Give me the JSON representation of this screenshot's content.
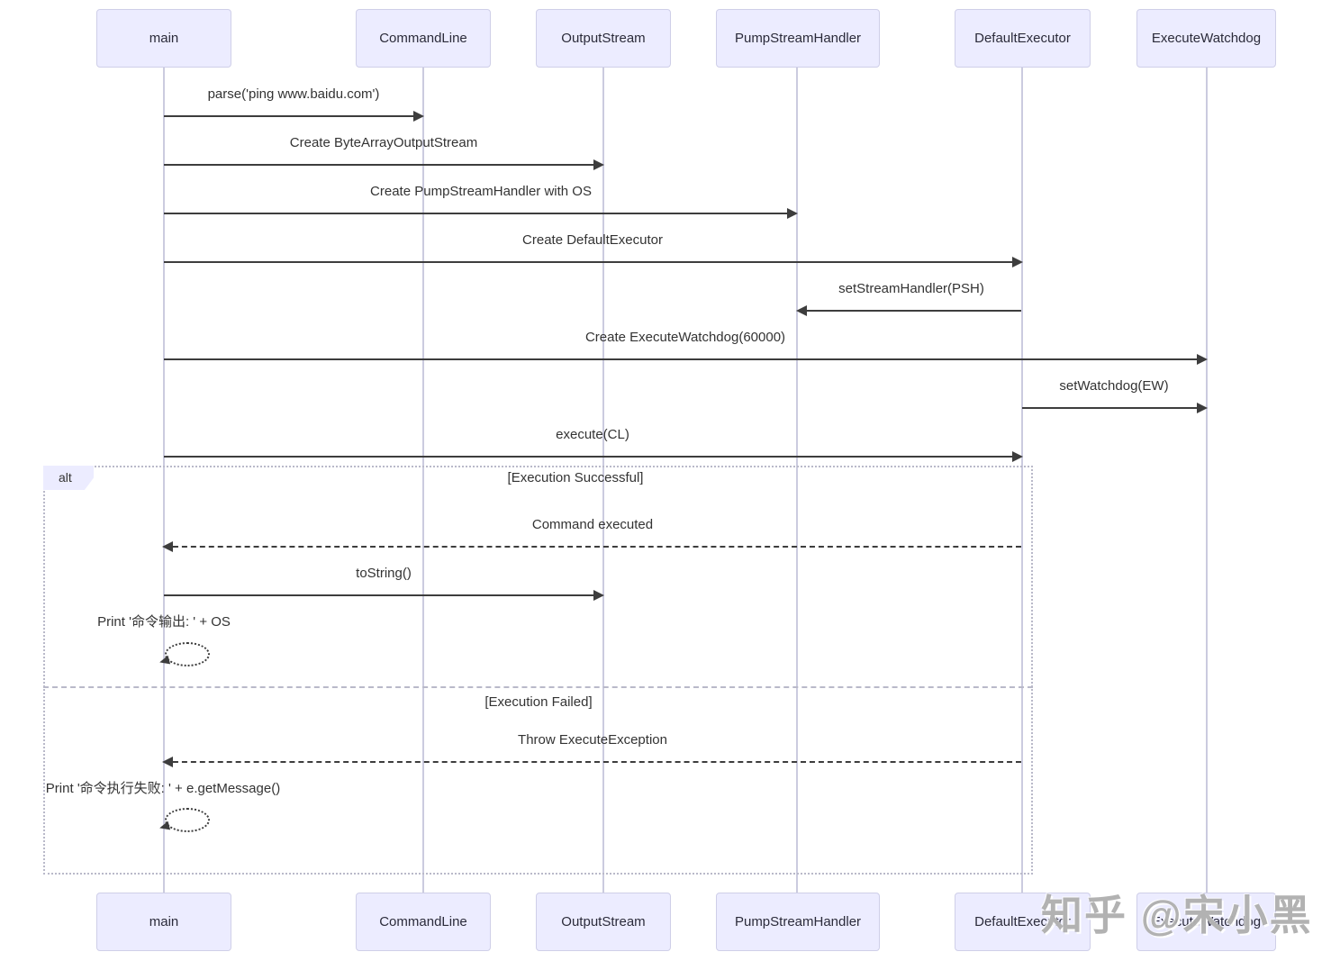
{
  "diagram_type": "uml-sequence-diagram",
  "participants": [
    {
      "name": "main"
    },
    {
      "name": "CommandLine"
    },
    {
      "name": "OutputStream"
    },
    {
      "name": "PumpStreamHandler"
    },
    {
      "name": "DefaultExecutor"
    },
    {
      "name": "ExecuteWatchdog"
    }
  ],
  "messages": [
    {
      "label": "parse('ping www.baidu.com')",
      "from": "main",
      "to": "CommandLine",
      "line": "solid"
    },
    {
      "label": "Create ByteArrayOutputStream",
      "from": "main",
      "to": "OutputStream",
      "line": "solid"
    },
    {
      "label": "Create PumpStreamHandler with OS",
      "from": "main",
      "to": "PumpStreamHandler",
      "line": "solid"
    },
    {
      "label": "Create DefaultExecutor",
      "from": "main",
      "to": "DefaultExecutor",
      "line": "solid"
    },
    {
      "label": "setStreamHandler(PSH)",
      "from": "DefaultExecutor",
      "to": "PumpStreamHandler",
      "line": "solid"
    },
    {
      "label": "Create ExecuteWatchdog(60000)",
      "from": "main",
      "to": "ExecuteWatchdog",
      "line": "solid"
    },
    {
      "label": "setWatchdog(EW)",
      "from": "DefaultExecutor",
      "to": "ExecuteWatchdog",
      "line": "solid"
    },
    {
      "label": "execute(CL)",
      "from": "main",
      "to": "DefaultExecutor",
      "line": "solid"
    },
    {
      "label": "Command executed",
      "from": "DefaultExecutor",
      "to": "main",
      "line": "dashed"
    },
    {
      "label": "toString()",
      "from": "main",
      "to": "OutputStream",
      "line": "solid"
    },
    {
      "label": "Print '命令输出: ' + OS",
      "from": "main",
      "to": "main",
      "line": "dotted-self"
    },
    {
      "label": "Throw ExecuteException",
      "from": "DefaultExecutor",
      "to": "main",
      "line": "dashed"
    },
    {
      "label": "Print '命令执行失败: ' + e.getMessage()",
      "from": "main",
      "to": "main",
      "line": "dotted-self"
    }
  ],
  "alt_frame": {
    "label": "alt",
    "sections": [
      {
        "condition": "[Execution Successful]"
      },
      {
        "condition": "[Execution Failed]"
      }
    ]
  },
  "watermark": "知乎 @宋小黑",
  "colors": {
    "actor_fill": "#ECECFF",
    "actor_border": "#CFCFE8",
    "message_line": "#3d3d3d",
    "lifeline": "#CBCBDF",
    "frame_border": "#B9B9C9",
    "text": "#333333",
    "watermark": "#A5A5A5",
    "background": "#FFFFFF"
  }
}
